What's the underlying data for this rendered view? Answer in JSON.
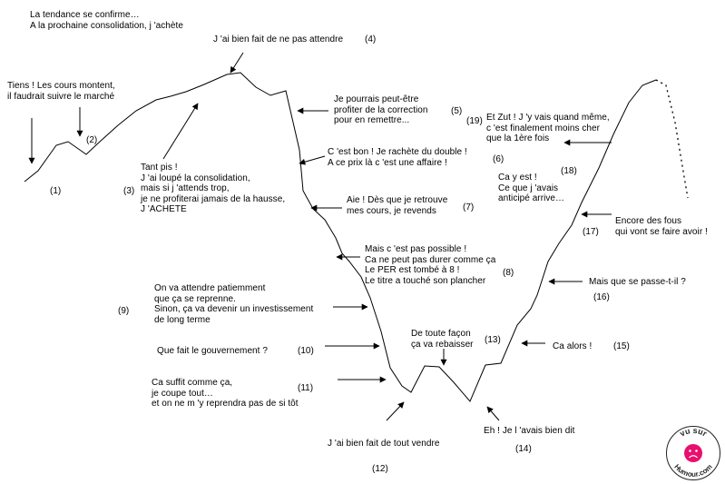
{
  "colors": {
    "line": "#000000",
    "logo_pink": "#e8106e",
    "logo_text": "#2a2a2a"
  },
  "annotations": {
    "a1": "La tendance se confirme…\nA la prochaine consolidation, j 'achète",
    "a2": "Tiens ! Les cours montent,\nil faudrait suivre le marché",
    "a3": "Tant pis !\nJ 'ai loupé la consolidation,\nmais si j 'attends trop,\nje ne profiterai jamais de la hausse,\nJ 'ACHETE",
    "a4": "J 'ai bien fait de ne pas attendre",
    "a5": "Je pourrais peut-être\nprofiter de la correction\npour en remettre...",
    "a6": "C 'est bon ! Je rachète du double !\nA ce prix là c 'est une affaire !",
    "a7": "Aie ! Dès que je retrouve\nmes cours, je revends",
    "a8": "Mais c 'est pas possible !\nCa ne peut pas durer comme ça\nLe PER est tombé à 8 !\nLe titre a touché son plancher",
    "a9": "On va attendre patiemment\nque ça se reprenne.\nSinon, ça va devenir un investissement\nde long terme",
    "a10": "Que fait le gouvernement ?",
    "a11": "Ca suffit comme ça,\nje coupe tout…\net on ne m 'y reprendra pas de si tôt",
    "a12": "J 'ai bien fait de tout vendre",
    "a13": "De toute façon\nça va rebaisser",
    "a14": "Eh ! Je l 'avais bien dit",
    "a15": "Ca alors !",
    "a16": "Mais que se passe-t-il ?",
    "a17": "Encore des fous\nqui vont se faire avoir !",
    "a18": "Ca y est !\nCe que j 'avais\nanticipé arrive…",
    "a19": "Et Zut ! J 'y vais quand même,\nc 'est finalement moins cher\nque la 1ère fois"
  },
  "numbers": {
    "n1": "(1)",
    "n2": "(2)",
    "n3": "(3)",
    "n4": "(4)",
    "n5": "(5)",
    "n6": "(6)",
    "n7": "(7)",
    "n8": "(8)",
    "n9": "(9)",
    "n10": "(10)",
    "n11": "(11)",
    "n12": "(12)",
    "n13": "(13)",
    "n14": "(14)",
    "n15": "(15)",
    "n16": "(16)",
    "n17": "(17)",
    "n18": "(18)",
    "n19": "(19)"
  },
  "logo": {
    "top_text": "vu sur",
    "bottom_text": "Humour.com"
  }
}
